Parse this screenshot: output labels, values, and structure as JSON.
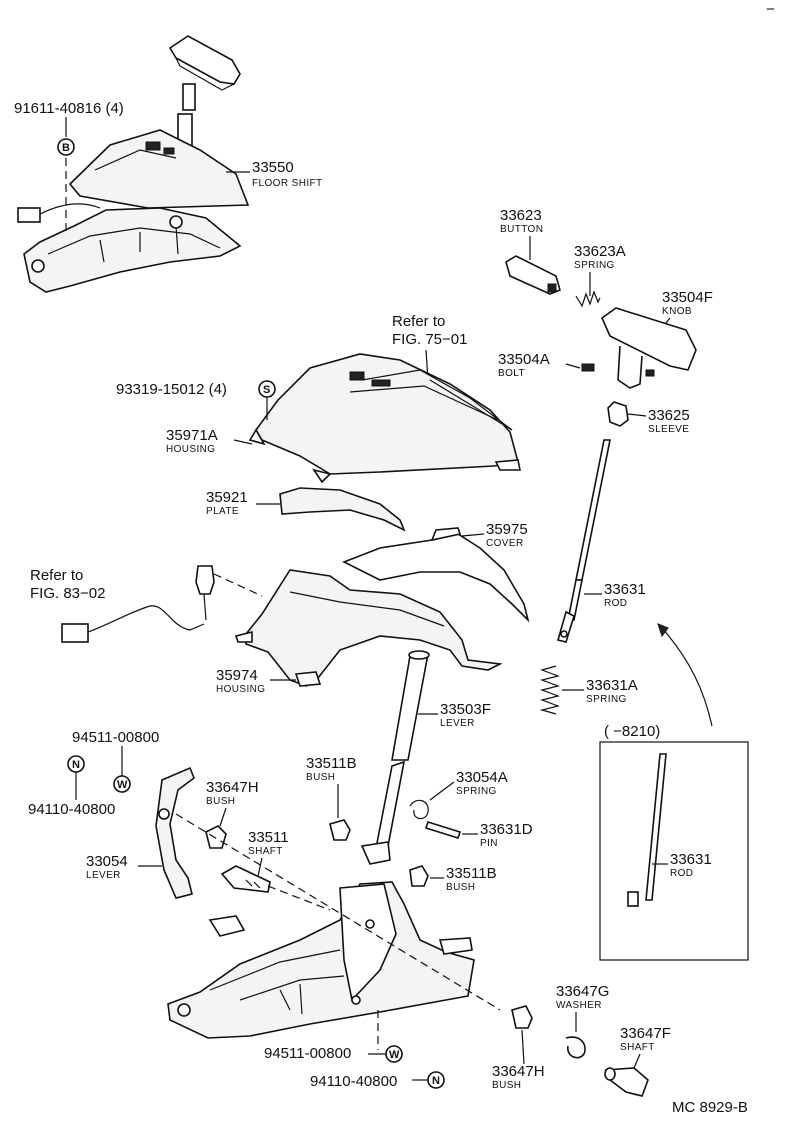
{
  "labels": {
    "p91611": {
      "part": "91611-40816 (4)"
    },
    "pB": {
      "mark": "B"
    },
    "p33550": {
      "part": "33550",
      "desc": "FLOOR SHIFT"
    },
    "p33623": {
      "part": "33623",
      "desc": "BUTTON"
    },
    "p33623A": {
      "part": "33623A",
      "desc": "SPRING"
    },
    "p33504F": {
      "part": "33504F",
      "desc": "KNOB"
    },
    "p33504A": {
      "part": "33504A",
      "desc": "BOLT"
    },
    "p33625": {
      "part": "33625",
      "desc": "SLEEVE"
    },
    "p93319": {
      "part": "93319-15012 (4)"
    },
    "pS": {
      "mark": "S"
    },
    "p35971A": {
      "part": "35971A",
      "desc": "HOUSING"
    },
    "p35921": {
      "part": "35921",
      "desc": "PLATE"
    },
    "p35975": {
      "part": "35975",
      "desc": "COVER"
    },
    "p33631": {
      "part": "33631",
      "desc": "ROD"
    },
    "p35974": {
      "part": "35974",
      "desc": "HOUSING"
    },
    "p33631A": {
      "part": "33631A",
      "desc": "SPRING"
    },
    "p33503F": {
      "part": "33503F",
      "desc": "LEVER"
    },
    "p94511a": {
      "part": "94511-00800"
    },
    "p94110a": {
      "part": "94110-40800"
    },
    "pN1": {
      "mark": "N"
    },
    "pW1": {
      "mark": "W"
    },
    "p33511B_1": {
      "part": "33511B",
      "desc": "BUSH"
    },
    "p33054A": {
      "part": "33054A",
      "desc": "SPRING"
    },
    "p33647H_1": {
      "part": "33647H",
      "desc": "BUSH"
    },
    "p33511": {
      "part": "33511",
      "desc": "SHAFT"
    },
    "p33631D": {
      "part": "33631D",
      "desc": "PIN"
    },
    "p33054": {
      "part": "33054",
      "desc": "LEVER"
    },
    "p33511B_2": {
      "part": "33511B",
      "desc": "BUSH"
    },
    "p33631_alt": {
      "part": "33631",
      "desc": "ROD"
    },
    "p33647G": {
      "part": "33647G",
      "desc": "WASHER"
    },
    "p33647F": {
      "part": "33647F",
      "desc": "SHAFT"
    },
    "p94511b": {
      "part": "94511-00800"
    },
    "pW2": {
      "mark": "W"
    },
    "p94110b": {
      "part": "94110-40800"
    },
    "pN2": {
      "mark": "N"
    },
    "p33647H_2": {
      "part": "33647H",
      "desc": "BUSH"
    }
  },
  "references": {
    "ref75": {
      "line1": "Refer to",
      "line2": "FIG. 75−01"
    },
    "ref83": {
      "line1": "Refer to",
      "line2": "FIG. 83−02"
    }
  },
  "inset": {
    "range": "(        −8210)"
  },
  "corner_mark": "−",
  "figure_code": "MC 8929-B"
}
